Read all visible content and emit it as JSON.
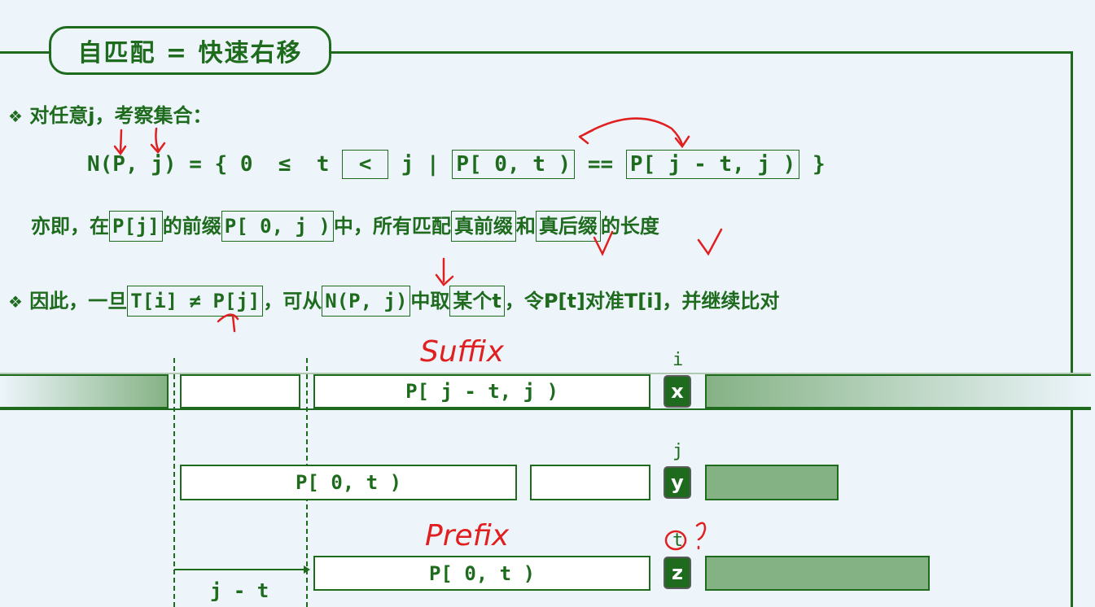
{
  "title": "自匹配 = 快速右移",
  "bullet1": {
    "symbol": "❖",
    "text": "对任意j，考察集合："
  },
  "formula": {
    "lhs": "N(P, j) = { 0  ≤  t ",
    "lt": " < ",
    "mid1": " j | ",
    "prefix": "P[ 0, t )",
    "eq": " == ",
    "suffix": "P[ j - t, j )",
    "end": " }"
  },
  "line2": {
    "t1": "亦即，在",
    "b1": "P[j]",
    "t2": "的前缀",
    "b2": "P[ 0, j )",
    "t3": "中，所有匹配",
    "b3": "真前缀",
    "t4": "和",
    "b4": "真后缀",
    "t5": "的长度"
  },
  "bullet2": {
    "symbol": "❖",
    "t1": "因此，一旦",
    "b1": "T[i] ≠ P[j]",
    "t2": "，可从",
    "b2": "N(P, j)",
    "t3": "中取",
    "b3": "某个t",
    "t4": "，令P[t]对准T[i]，并继续比对"
  },
  "diagram": {
    "row1_bar": "P[ j - t, j )",
    "row1_char": "x",
    "row1_label": "i",
    "row2_bar": "P[ 0, t )",
    "row2_char": "y",
    "row2_label": "j",
    "row3_bar": "P[ 0, t )",
    "row3_char": "z",
    "row3_label": "t",
    "shift_label": "j - t"
  },
  "annotations": {
    "suffix": "Suffix",
    "prefix": "Prefix",
    "question": "?"
  },
  "colors": {
    "accent": "#1e6b1e",
    "fill": "#85b285",
    "background": "#edf5fb",
    "ink": "#e02020"
  }
}
